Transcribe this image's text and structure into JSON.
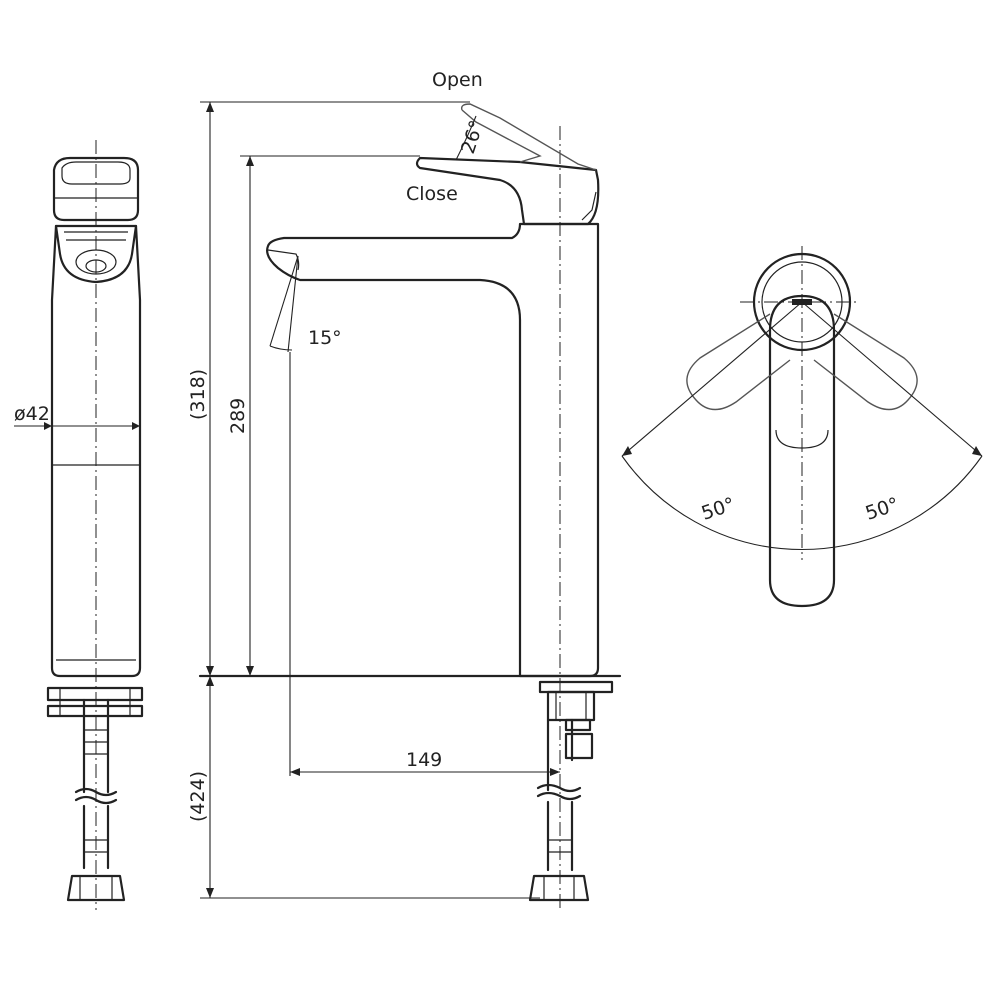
{
  "labels": {
    "open": "Open",
    "close": "Close",
    "angle_open": "26°",
    "angle_spout": "15°",
    "diameter": "ø42",
    "height_total": "(318)",
    "height_spout": "289",
    "reach": "149",
    "hose_length": "(424)",
    "rotation_left": "50°",
    "rotation_right": "50°"
  }
}
